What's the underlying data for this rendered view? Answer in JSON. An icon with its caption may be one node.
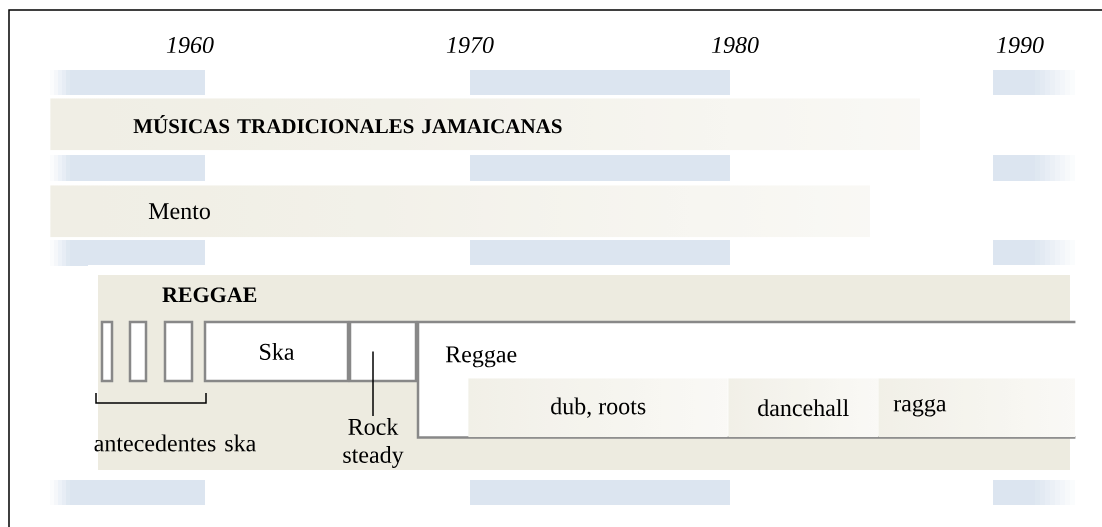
{
  "diagram": {
    "nodes": [
      {
        "text": [
          "MÚSICAS TRADICIONALES JAMAICANAS"
        ]
      },
      {
        "text": [
          "Mento"
        ]
      },
      {
        "text": [
          "REGGAE"
        ]
      },
      {
        "text": [],
        "shape": "box",
        "in": 2
      },
      {
        "text": [],
        "shape": "box",
        "in": 2
      },
      {
        "text": [],
        "shape": "box",
        "in": 2
      },
      {
        "text": [
          "Ska"
        ],
        "in": 2
      },
      {
        "text": [],
        "shape": "box",
        "in": 2
      },
      {
        "text": [
          "Rock steady"
        ],
        "in": 2
      },
      {
        "text": [
          "Reggae"
        ],
        "in": 2
      },
      {
        "text": [
          "dub, roots"
        ],
        "in": 9
      },
      {
        "text": [
          "dancehall"
        ],
        "in": 9
      },
      {
        "text": [
          "ragga"
        ],
        "in": 9
      }
    ],
    "edges": [
      {
        "from": 8,
        "to": 7,
        "arrow": "none"
      }
    ],
    "labels": [
      "1960",
      "1970",
      "1980",
      "1990",
      "antecedentes ska"
    ]
  }
}
